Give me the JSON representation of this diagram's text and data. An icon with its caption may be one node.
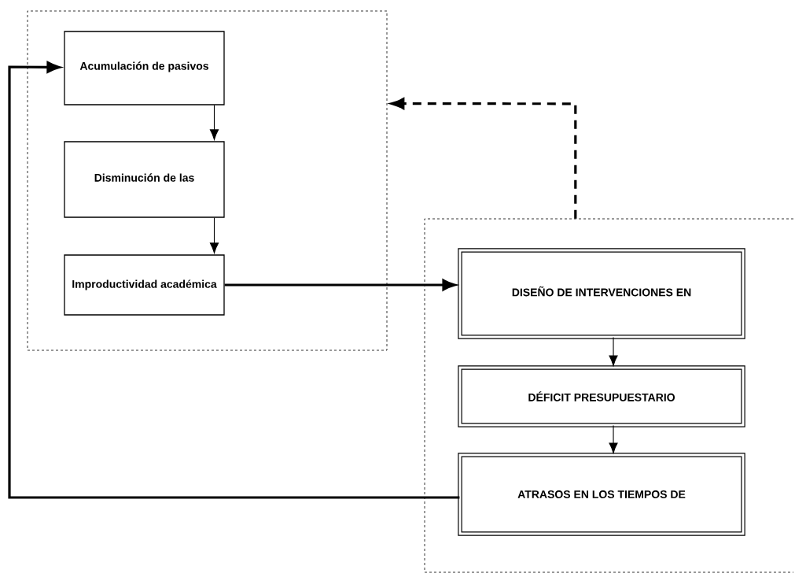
{
  "diagram": {
    "nodes": [
      {
        "text": [],
        "shape": "box"
      },
      {
        "text": [
          "Acumulación de pasivos"
        ],
        "in": 0
      },
      {
        "text": [
          "Disminución de las"
        ],
        "in": 0
      },
      {
        "text": [
          "Improductividad académica"
        ],
        "in": 0
      },
      {
        "text": [],
        "shape": "box"
      },
      {
        "text": [
          "DISEÑO DE INTERVENCIONES EN"
        ],
        "in": 4
      },
      {
        "text": [
          "DÉFICIT  PRESUPUESTARIO"
        ],
        "in": 4
      },
      {
        "text": [
          "ATRASOS EN LOS TIEMPOS DE"
        ],
        "in": 4
      }
    ],
    "edges": [
      {
        "from": 1,
        "to": 2,
        "arrow": "to"
      },
      {
        "from": 2,
        "to": 3,
        "arrow": "to"
      },
      {
        "from": 3,
        "to": 5,
        "arrow": "to",
        "style": "thick"
      },
      {
        "from": 5,
        "to": 6,
        "arrow": "to"
      },
      {
        "from": 6,
        "to": 7,
        "arrow": "to"
      },
      {
        "from": 7,
        "to": 1,
        "arrow": "to",
        "style": "thick"
      },
      {
        "from": 4,
        "to": 0,
        "arrow": "to",
        "style": "dashed"
      }
    ]
  }
}
